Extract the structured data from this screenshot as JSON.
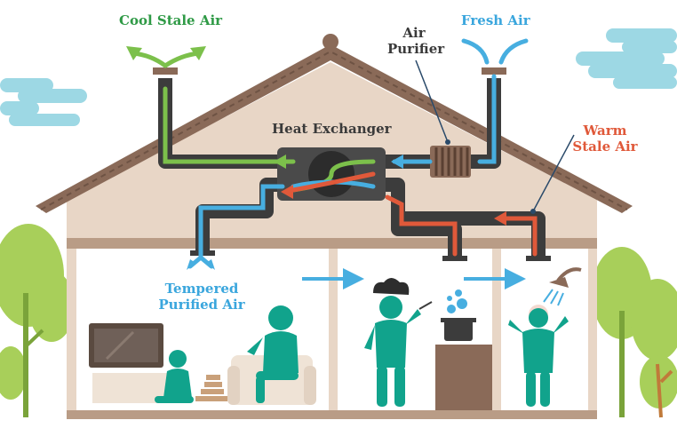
{
  "labels": {
    "cool_stale_air": "Cool Stale Air",
    "air_purifier_line1": "Air",
    "air_purifier_line2": "Purifier",
    "fresh_air": "Fresh Air",
    "warm_stale_air_line1": "Warm",
    "warm_stale_air_line2": "Stale Air",
    "heat_exchanger": "Heat Exchanger",
    "tempered_purified_air_line1": "Tempered",
    "tempered_purified_air_line2": "Purified Air"
  },
  "colors": {
    "roof": "#8a6a58",
    "wall": "#e8d6c6",
    "duct": "#3c3c3c",
    "green_flow": "#7cc04b",
    "blue_flow": "#47aee0",
    "red_flow": "#e0593a",
    "people": "#11a38c",
    "trees": "#a8cf5a",
    "clouds": "#9dd8e4"
  },
  "icons": [
    "tv-icon",
    "sofa-icon",
    "chef-hat-icon",
    "pot-icon",
    "shower-icon",
    "tree-icon",
    "cloud-icon"
  ]
}
